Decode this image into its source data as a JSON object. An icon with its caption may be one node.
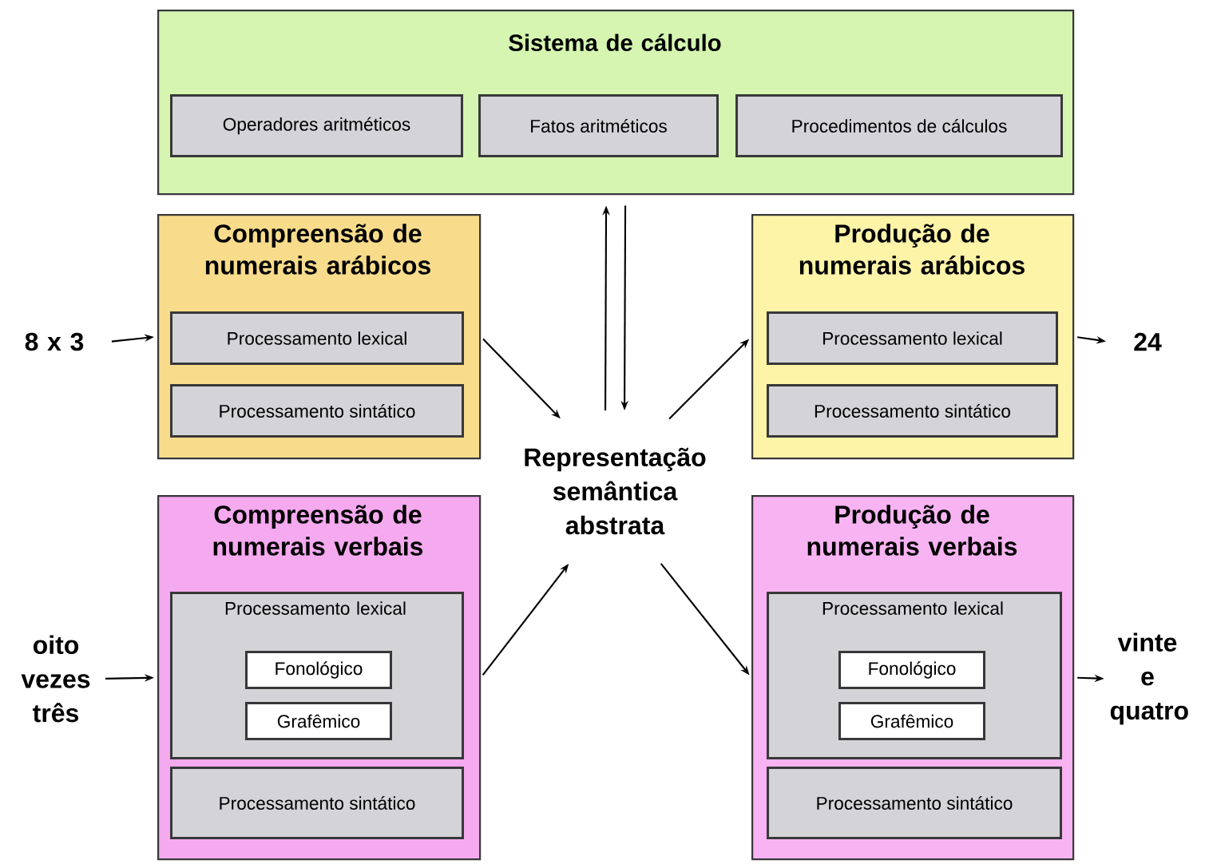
{
  "diagram": {
    "nodes": [
      {
        "text": [
          "Sistema de cálculo"
        ]
      },
      {
        "text": [
          "Operadores aritméticos"
        ],
        "in": 0
      },
      {
        "text": [
          "Fatos aritméticos"
        ],
        "in": 0
      },
      {
        "text": [
          "Procedimentos de cálculos"
        ],
        "in": 0
      },
      {
        "text": [
          "Compreensão de numerais arábicos"
        ]
      },
      {
        "text": [
          "Processamento lexical"
        ],
        "in": 4
      },
      {
        "text": [
          "Processamento sintático"
        ],
        "in": 4
      },
      {
        "text": [
          "Produção de numerais arábicos"
        ]
      },
      {
        "text": [
          "Processamento lexical"
        ],
        "in": 7
      },
      {
        "text": [
          "Processamento sintático"
        ],
        "in": 7
      },
      {
        "text": [
          "Compreensão de numerais verbais"
        ]
      },
      {
        "text": [
          "Processamento lexical"
        ],
        "in": 10
      },
      {
        "text": [
          "Fonológico"
        ],
        "in": 11
      },
      {
        "text": [
          "Grafêmico"
        ],
        "in": 11
      },
      {
        "text": [
          "Processamento sintático"
        ],
        "in": 10
      },
      {
        "text": [
          "Produção de numerais verbais"
        ]
      },
      {
        "text": [
          "Processamento lexical"
        ],
        "in": 15
      },
      {
        "text": [
          "Fonológico"
        ],
        "in": 16
      },
      {
        "text": [
          "Grafêmico"
        ],
        "in": 16
      },
      {
        "text": [
          "Processamento sintático"
        ],
        "in": 15
      },
      {
        "text": [
          "Representação semântica abstrata"
        ]
      },
      {
        "text": [
          "8 x 3"
        ]
      },
      {
        "text": [
          "24"
        ]
      },
      {
        "text": [
          "oito vezes três"
        ]
      },
      {
        "text": [
          "vinte e quatro"
        ]
      }
    ],
    "edges": [
      {
        "from": 21,
        "to": 4,
        "arrow": "to"
      },
      {
        "from": 7,
        "to": 22,
        "arrow": "to"
      },
      {
        "from": 23,
        "to": 10,
        "arrow": "to"
      },
      {
        "from": 15,
        "to": 24,
        "arrow": "to"
      },
      {
        "from": 4,
        "to": 20,
        "arrow": "to"
      },
      {
        "from": 20,
        "to": 7,
        "arrow": "to"
      },
      {
        "from": 10,
        "to": 20,
        "arrow": "to"
      },
      {
        "from": 20,
        "to": 15,
        "arrow": "to"
      },
      {
        "from": 20,
        "to": 0,
        "arrow": "to"
      },
      {
        "from": 0,
        "to": 20,
        "arrow": "to"
      }
    ]
  }
}
